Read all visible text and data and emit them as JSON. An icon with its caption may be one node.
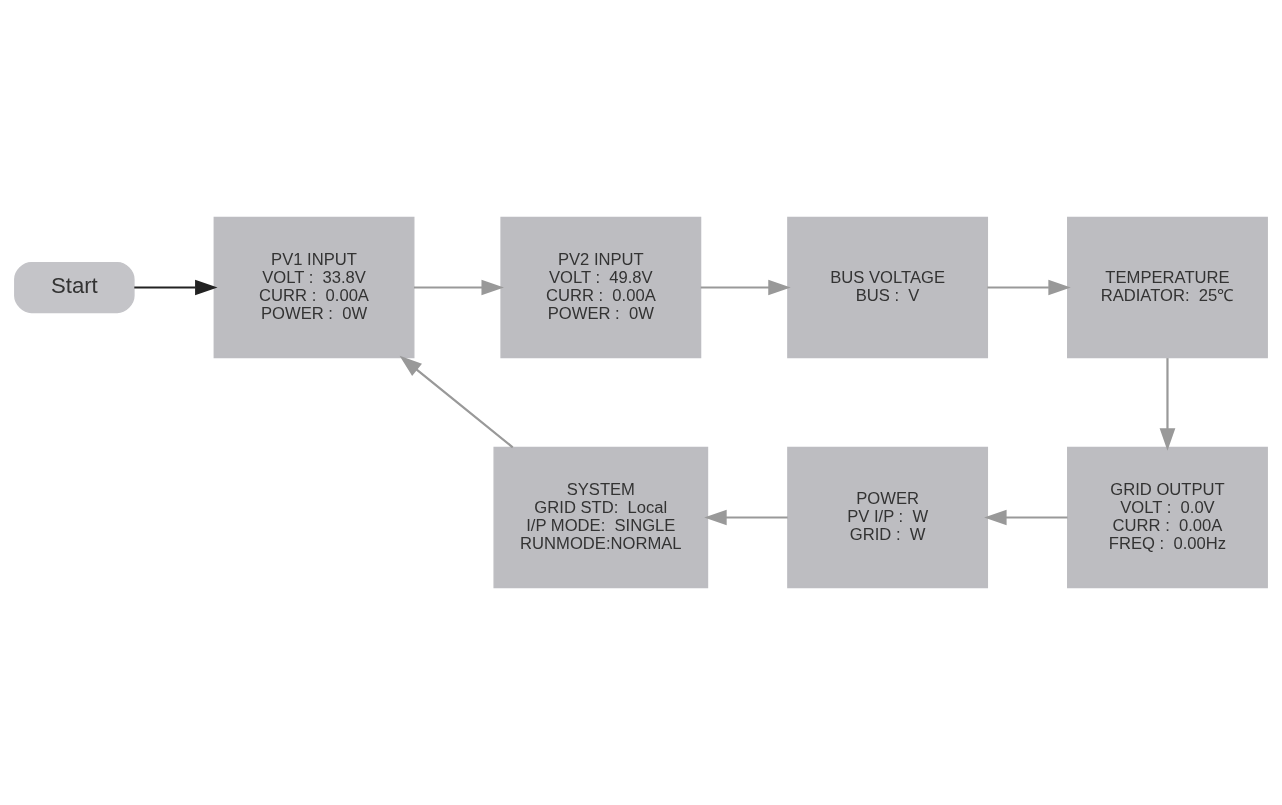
{
  "diagram": {
    "nodes": [
      {
        "text": [
          "Start"
        ]
      },
      {
        "text": [
          "PV1 INPUT",
          "VOLT :  33.8V",
          "CURR :  0.00A",
          "POWER :  0W"
        ]
      },
      {
        "text": [
          "PV2 INPUT",
          "VOLT :  49.8V",
          "CURR :  0.00A",
          "POWER :  0W"
        ]
      },
      {
        "text": [
          "BUS VOLTAGE",
          "BUS :  V"
        ]
      },
      {
        "text": [
          "TEMPERATURE",
          "RADIATOR:  25℃"
        ]
      },
      {
        "text": [
          "GRID OUTPUT",
          "VOLT :  0.0V",
          "CURR :  0.00A",
          "FREQ :  0.00Hz"
        ]
      },
      {
        "text": [
          "POWER",
          "PV I/P :  W",
          "GRID :  W"
        ]
      },
      {
        "text": [
          "SYSTEM",
          "GRID STD:  Local",
          "I/P MODE:  SINGLE",
          "RUNMODE:NORMAL"
        ]
      }
    ],
    "edges": [
      {
        "from": 0,
        "to": 1,
        "arrow": "to",
        "color": "#222222"
      },
      {
        "from": 1,
        "to": 2,
        "arrow": "to"
      },
      {
        "from": 2,
        "to": 3,
        "arrow": "to"
      },
      {
        "from": 3,
        "to": 4,
        "arrow": "to"
      },
      {
        "from": 4,
        "to": 5,
        "arrow": "to"
      },
      {
        "from": 5,
        "to": 6,
        "arrow": "to"
      },
      {
        "from": 6,
        "to": 7,
        "arrow": "to"
      },
      {
        "from": 7,
        "to": 1,
        "arrow": "to"
      }
    ]
  }
}
